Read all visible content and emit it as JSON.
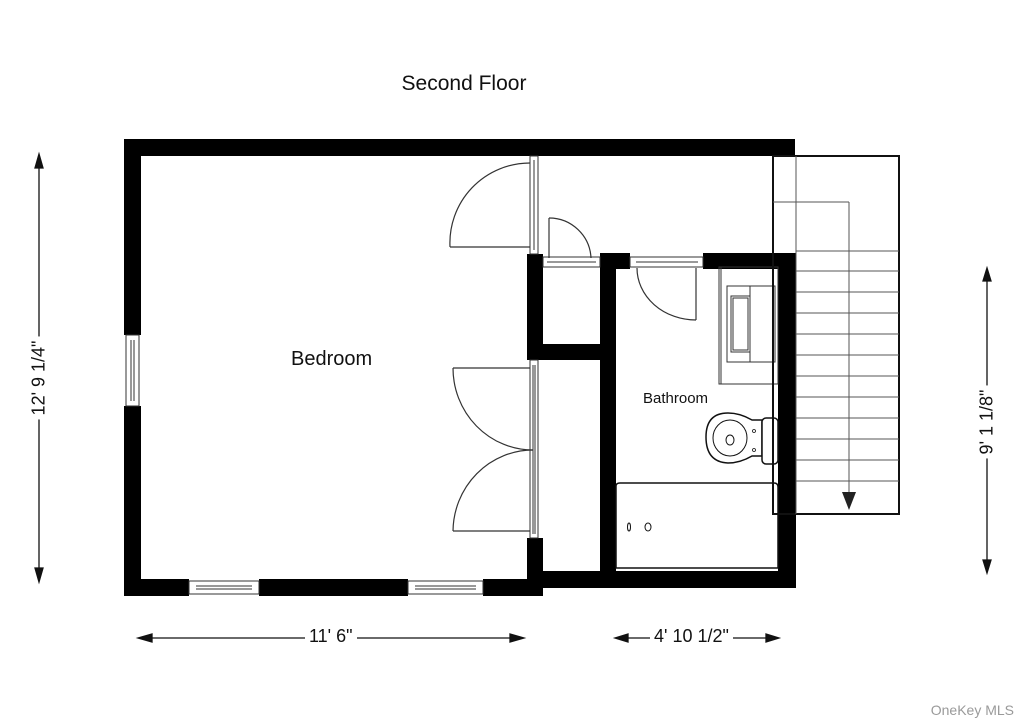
{
  "plan": {
    "title": "Second Floor",
    "rooms": [
      {
        "name": "Bedroom"
      },
      {
        "name": "Bathroom"
      }
    ],
    "dimensions": {
      "bedroom_width": "11' 6\"",
      "bathroom_width": "4' 10 1/2\"",
      "overall_height": "12' 9 1/4\"",
      "stair_side_height": "9' 1 1/8\""
    },
    "fixtures": [
      "door-swing",
      "double-door-closet",
      "window",
      "sink-vanity",
      "toilet",
      "bathtub",
      "staircase-down"
    ],
    "stair_direction": "down"
  },
  "watermark": "OneKey MLS",
  "colors": {
    "wall": "#000000",
    "line": "#333333",
    "background": "#ffffff",
    "watermark": "#9a9a9a"
  }
}
